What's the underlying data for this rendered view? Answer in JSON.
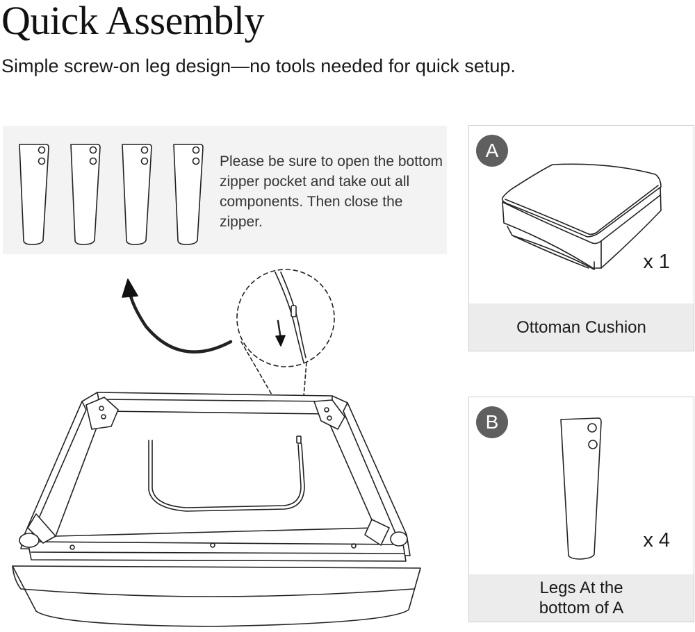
{
  "header": {
    "title": "Quick Assembly",
    "subtitle": "Simple screw-on leg design—no tools needed for quick setup."
  },
  "instructions": {
    "note": "Please be sure to open the bottom zipper pocket and take out all components. Then close the zipper."
  },
  "components": [
    {
      "badge": "A",
      "quantity": "x 1",
      "caption": "Ottoman Cushion"
    },
    {
      "badge": "B",
      "quantity": "x 4",
      "caption": "Legs At the bottom of A"
    }
  ]
}
